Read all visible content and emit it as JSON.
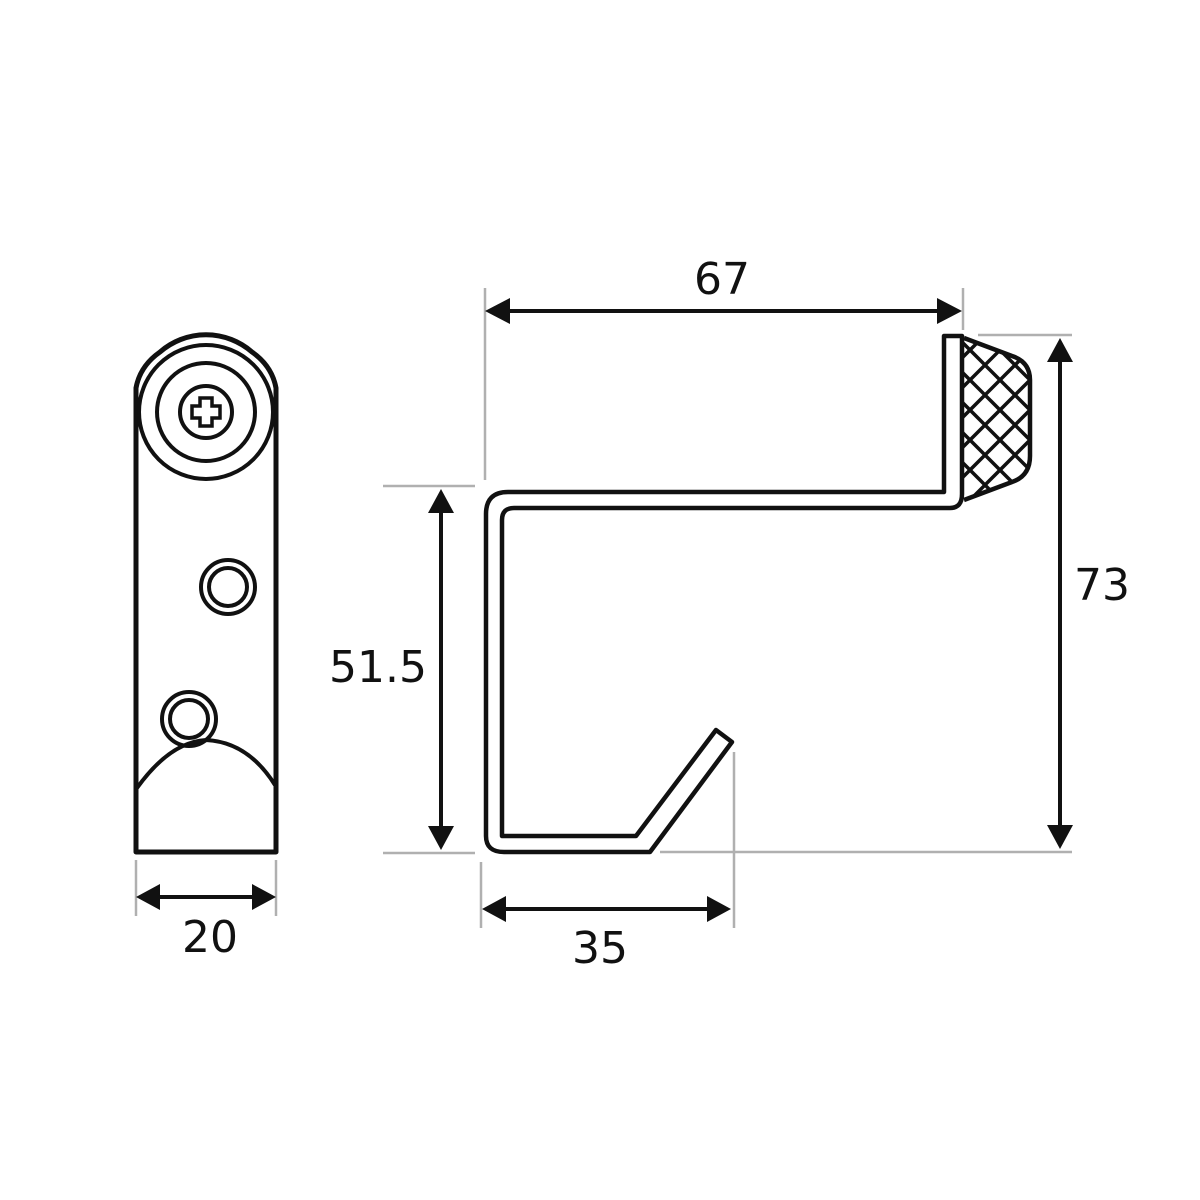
{
  "diagram": {
    "type": "technical-dimension-drawing",
    "subject": "wall hook with rubber bumper",
    "units": "mm",
    "colors": {
      "line": "#111111",
      "extension_line": "#b0b0b0",
      "background": "#ffffff"
    },
    "views": [
      {
        "name": "front-view",
        "features": [
          "mounting-screw-phillips",
          "washer-ring",
          "upper-hole",
          "lower-hole",
          "arched-base"
        ]
      },
      {
        "name": "side-view",
        "features": [
          "bent-wire-hook",
          "rubber-bumper-knurled"
        ]
      }
    ],
    "dimensions": {
      "width_front": {
        "label": "20",
        "value": 20
      },
      "depth_top": {
        "label": "67",
        "value": 67
      },
      "height_total": {
        "label": "73",
        "value": 73
      },
      "height_hook": {
        "label": "51.5",
        "value": 51.5
      },
      "hook_opening": {
        "label": "35",
        "value": 35
      }
    }
  }
}
